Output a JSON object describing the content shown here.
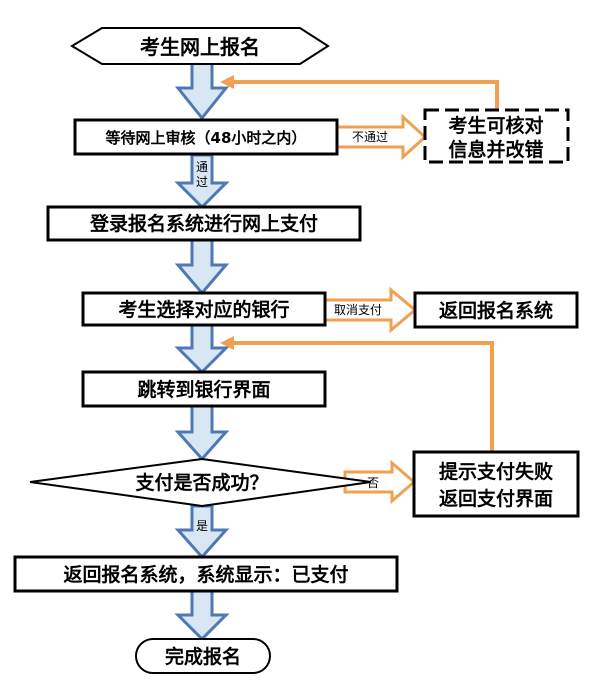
{
  "colors": {
    "down_arrow_fill": "#d9e6f4",
    "down_arrow_stroke": "#4f79b4",
    "side_arrow_fill": "#ffffff",
    "side_arrow_stroke": "#f0a050",
    "feedback_line": "#f0a050",
    "node_stroke": "#000000"
  },
  "nodes": {
    "start": "考生网上报名",
    "wait_review": "等待网上审核（48小时之内）",
    "check_info": [
      "考生可核对",
      "信息并改错"
    ],
    "login_pay": "登录报名系统进行网上支付",
    "choose_bank": "考生选择对应的银行",
    "return_system": "返回报名系统",
    "jump_bank": "跳转到银行界面",
    "payment_ok": "支付是否成功？",
    "payment_fail": [
      "提示支付失败",
      "返回支付界面"
    ],
    "return_paid": "返回报名系统，系统显示：已支付",
    "done": "完成报名"
  },
  "labels": {
    "not_passed": "不通过",
    "passed": [
      "通",
      "过"
    ],
    "cancel_pay": "取消支付",
    "no": "否",
    "yes": "是"
  }
}
